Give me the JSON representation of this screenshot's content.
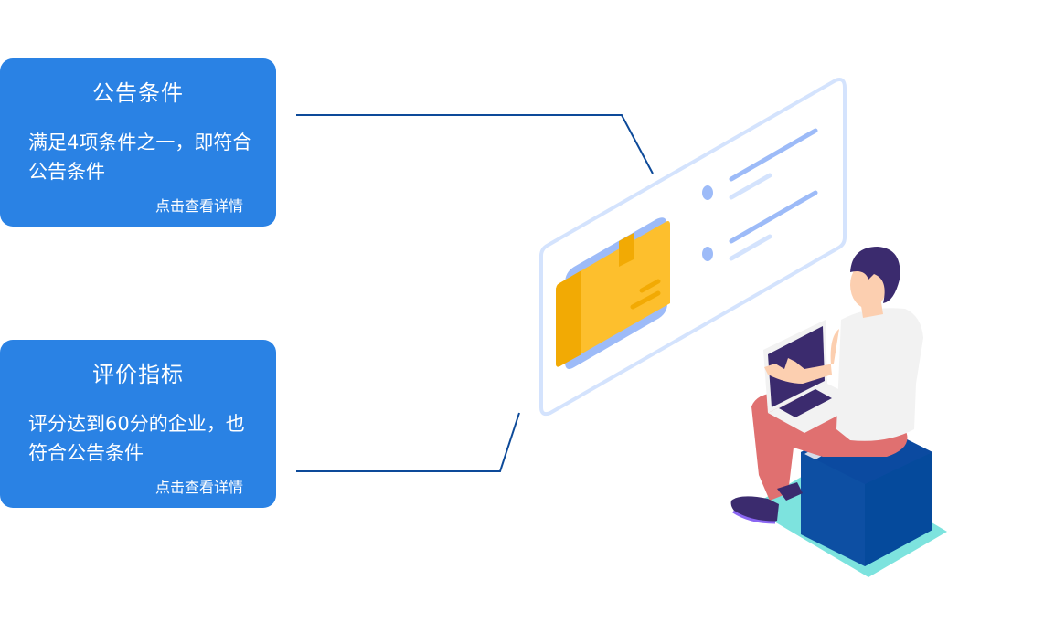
{
  "cards": [
    {
      "title": "公告条件",
      "description": "满足4项条件之一，即符合公告条件",
      "link": "点击查看详情"
    },
    {
      "title": "评价指标",
      "description": "评分达到60分的企业，也符合公告条件",
      "link": "点击查看详情"
    }
  ],
  "colors": {
    "card_bg": "#2a82e4",
    "connector": "#0d4a99",
    "panel_border": "#d4e3fd",
    "accent_blue": "#9dbbf8",
    "box_yellow": "#fdbf2d",
    "cube_blue": "#0d4fa3"
  }
}
